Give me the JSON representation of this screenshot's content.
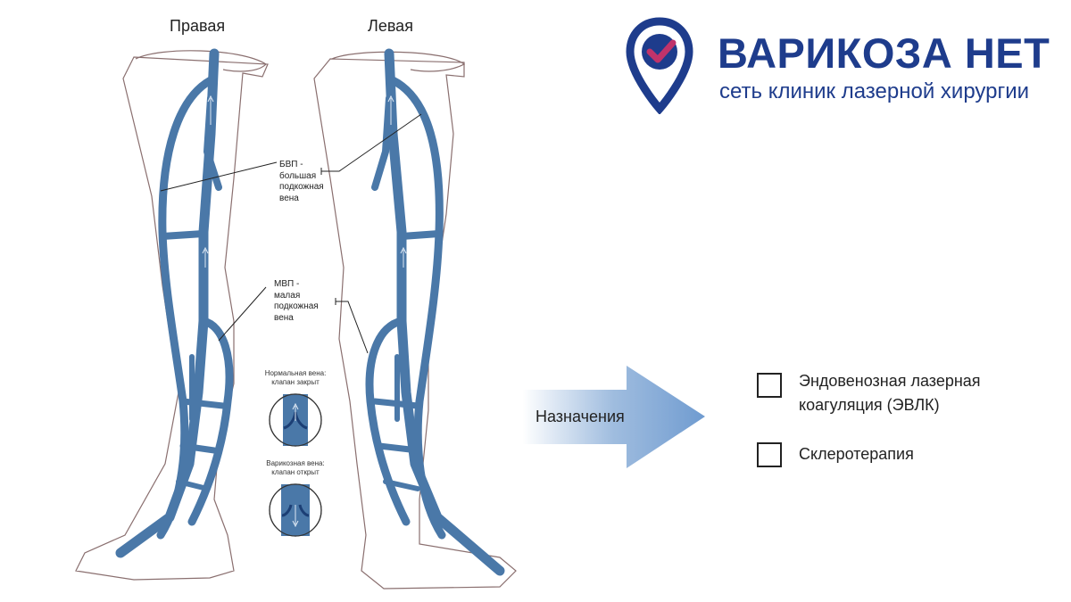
{
  "legs": {
    "right_title": "Правая",
    "left_title": "Левая"
  },
  "labels": {
    "gsv": [
      "БВП -",
      "большая",
      "подкожная",
      "вена"
    ],
    "ssv": [
      "МВП -",
      "малая",
      "подкожная",
      "вена"
    ],
    "normal_vein": [
      "Нормальная вена:",
      "клапан закрыт"
    ],
    "varicose_vein": [
      "Варикозная вена:",
      "клапан открыт"
    ]
  },
  "brand": {
    "name": "ВАРИКОЗА НЕТ",
    "subtitle": "сеть клиник лазерной хирургии"
  },
  "arrow": {
    "label": "Назначения"
  },
  "options": [
    {
      "label": "Эндовенозная лазерная коагуляция (ЭВЛК)",
      "checked": false
    },
    {
      "label": "Склеротерапия",
      "checked": false
    }
  ],
  "colors": {
    "vein": "#4a78a8",
    "vein_dark": "#1c3f75",
    "brand": "#1e3c8c",
    "brand_check": "#c0336a",
    "arrow": "#7fa6d4"
  }
}
